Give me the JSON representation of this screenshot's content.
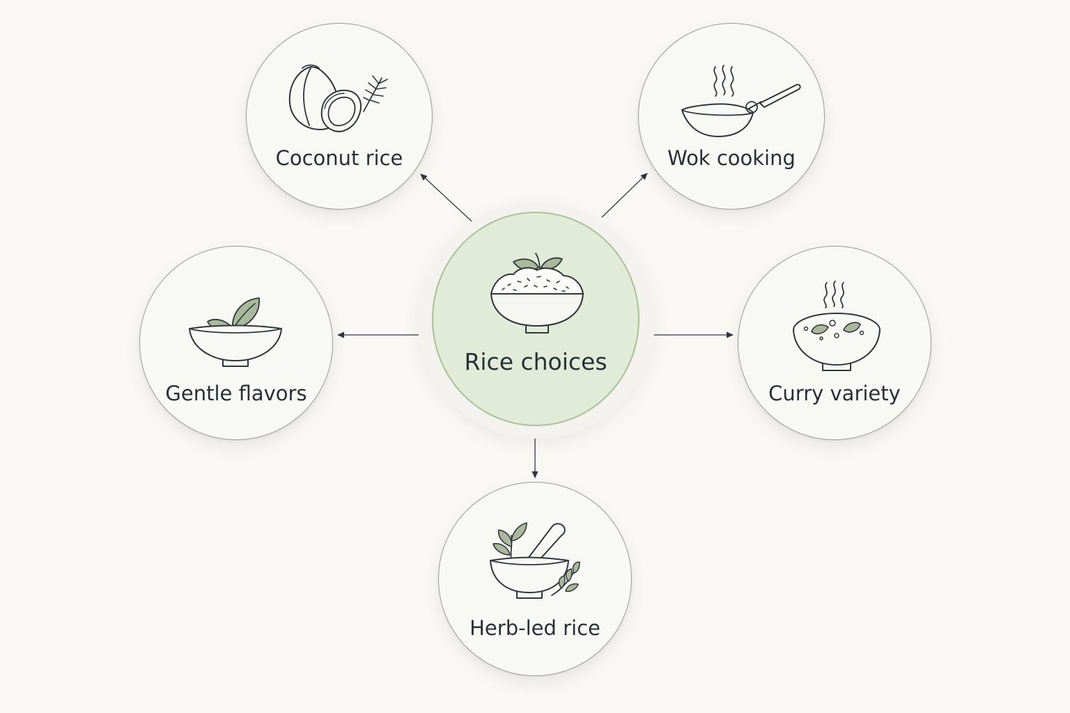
{
  "diagram": {
    "center": {
      "label": "Rice choices",
      "icon": "rice-bowl-icon"
    },
    "nodes": [
      {
        "id": "coconut-rice",
        "label": "Coconut rice",
        "icon": "coconut-icon"
      },
      {
        "id": "wok-cooking",
        "label": "Wok cooking",
        "icon": "wok-icon"
      },
      {
        "id": "gentle-flavors",
        "label": "Gentle flavors",
        "icon": "bowl-leaves-icon"
      },
      {
        "id": "curry-variety",
        "label": "Curry variety",
        "icon": "curry-bowl-icon"
      },
      {
        "id": "herb-led-rice",
        "label": "Herb-led rice",
        "icon": "mortar-pestle-icon"
      }
    ]
  },
  "colors": {
    "background": "#f9f8f4",
    "center_fill": "#e2ead8",
    "center_border": "#a8c295",
    "leaf_green": "#aab99a",
    "line": "#2e363b",
    "text": "#263036"
  }
}
